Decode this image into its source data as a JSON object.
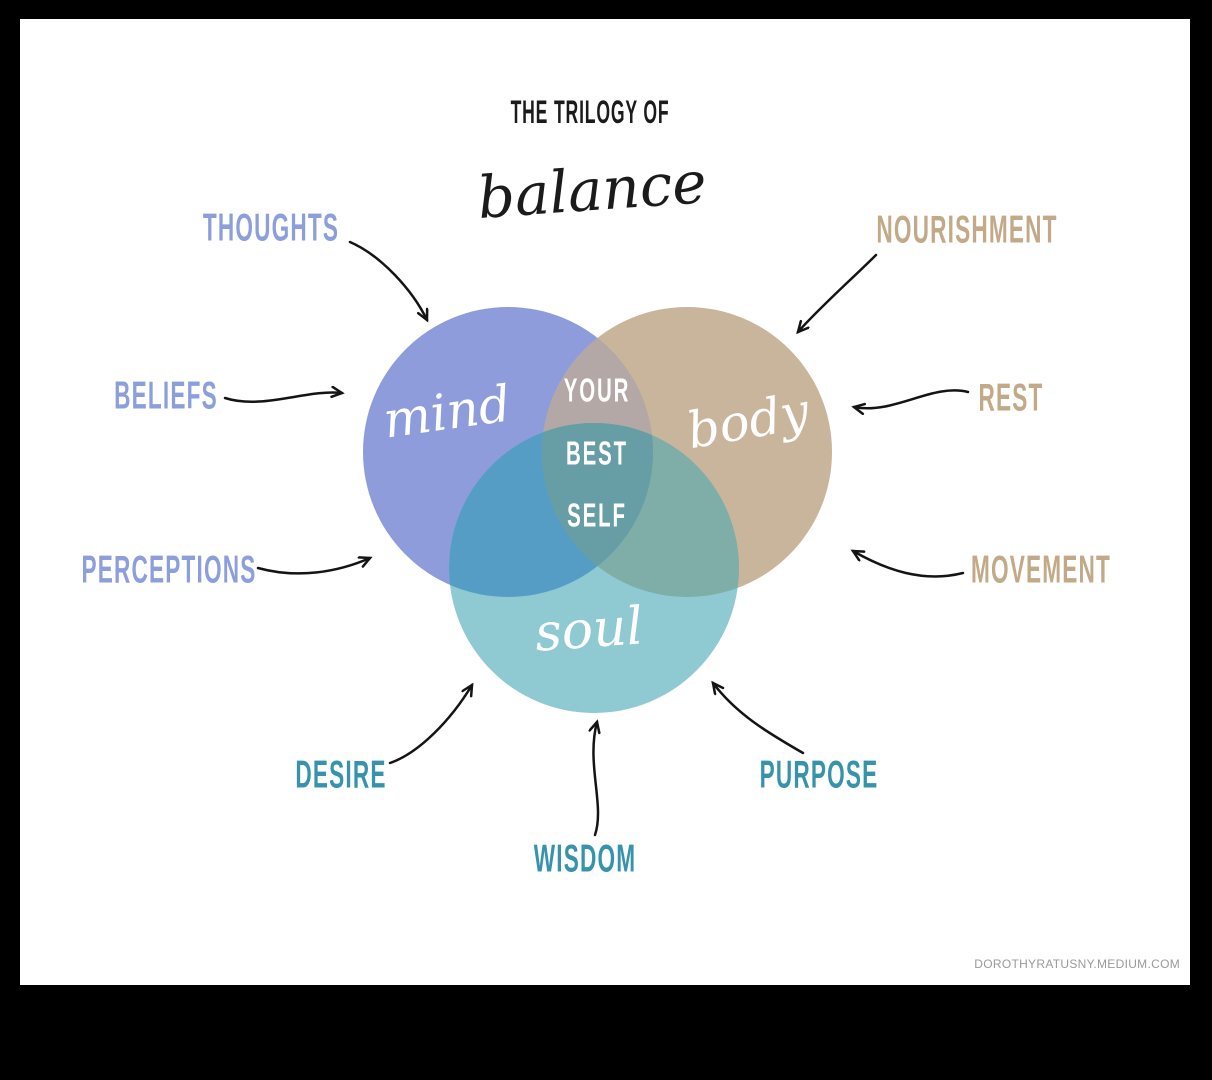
{
  "frame": {
    "background": "#000000",
    "card_background": "#ffffff"
  },
  "title": {
    "line1": "THE TRILOGY OF",
    "script": "balance"
  },
  "venn": {
    "center_text": [
      "YOUR",
      "BEST",
      "SELF"
    ],
    "circle_labels": {
      "mind": "mind",
      "body": "body",
      "soul": "soul"
    },
    "circle_colors": {
      "mind": "#8F9CDB",
      "body": "#C8B59B",
      "soul": "#8FCAD3"
    },
    "overlap_colors": {
      "mind_body": "#B3A8A6",
      "mind_soul": "#569DC5",
      "body_soul": "#7FADA8",
      "center": "#679DA4"
    }
  },
  "palette": {
    "mind_label": "#8C9FDB",
    "body_label": "#C2A987",
    "soul_label": "#3793AB",
    "arrow": "#141414",
    "title": "#1B1B1B",
    "watermark": "#9A9A9A"
  },
  "labels": {
    "items": [
      {
        "text": "THOUGHTS",
        "group": "mind"
      },
      {
        "text": "BELIEFS",
        "group": "mind"
      },
      {
        "text": "PERCEPTIONS",
        "group": "mind"
      },
      {
        "text": "NOURISHMENT",
        "group": "body"
      },
      {
        "text": "REST",
        "group": "body"
      },
      {
        "text": "MOVEMENT",
        "group": "body"
      },
      {
        "text": "DESIRE",
        "group": "soul"
      },
      {
        "text": "WISDOM",
        "group": "soul"
      },
      {
        "text": "PURPOSE",
        "group": "soul"
      }
    ]
  },
  "watermark": "DOROTHYRATUSNY.MEDIUM.COM"
}
